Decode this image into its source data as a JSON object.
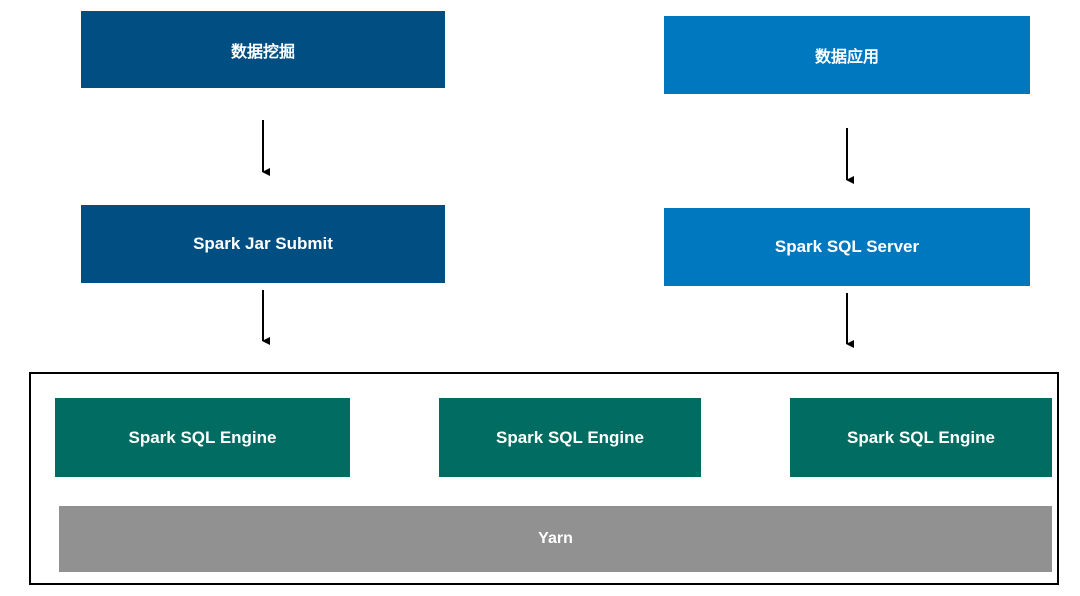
{
  "top_left": {
    "label": "数据挖掘"
  },
  "top_right": {
    "label": "数据应用"
  },
  "middle_left": {
    "label": "Spark Jar Submit"
  },
  "middle_right": {
    "label": "Spark SQL Server"
  },
  "engines": [
    {
      "label": "Spark SQL Engine"
    },
    {
      "label": "Spark SQL Engine"
    },
    {
      "label": "Spark SQL Engine"
    }
  ],
  "yarn": {
    "label": "Yarn"
  },
  "colors": {
    "left_column": "#004e82",
    "right_column": "#0078c0",
    "engine": "#006c62",
    "yarn": "#919191"
  }
}
